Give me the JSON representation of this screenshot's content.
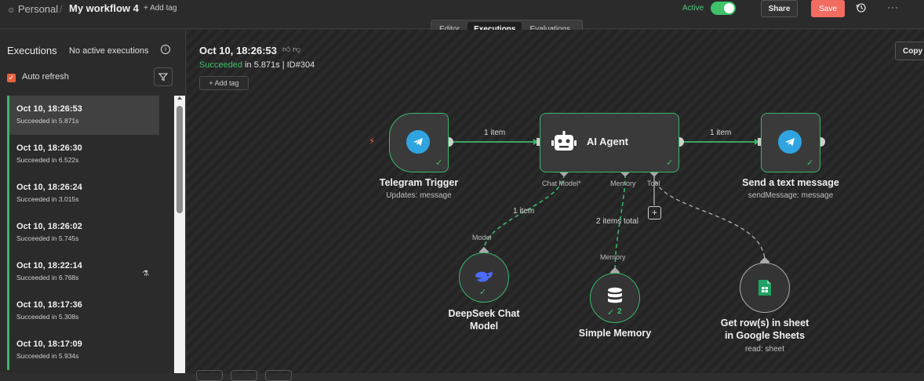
{
  "header": {
    "workspace": "Personal",
    "workflow_name": "My workflow 4",
    "add_tag": "+ Add tag",
    "active_label": "Active",
    "share": "Share",
    "save": "Save",
    "more": "···"
  },
  "tabs": [
    "Editor",
    "Executions",
    "Evaluations"
  ],
  "sidebar": {
    "title": "Executions",
    "no_active": "No active executions",
    "auto_refresh": "Auto refresh",
    "items": [
      {
        "time": "Oct 10, 18:26:53",
        "status": "Succeeded in 5.871s"
      },
      {
        "time": "Oct 10, 18:26:30",
        "status": "Succeeded in 6.522s"
      },
      {
        "time": "Oct 10, 18:26:24",
        "status": "Succeeded in 3.015s"
      },
      {
        "time": "Oct 10, 18:26:02",
        "status": "Succeeded in 5.745s"
      },
      {
        "time": "Oct 10, 18:22:14",
        "status": "Succeeded in 6.768s"
      },
      {
        "time": "Oct 10, 18:17:36",
        "status": "Succeeded in 5.308s"
      },
      {
        "time": "Oct 10, 18:17:09",
        "status": "Succeeded in 5.934s"
      }
    ]
  },
  "execution": {
    "title": "Oct 10, 18:26:53",
    "status_word": "Succeeded",
    "status_rest": "in 5.871s | ID#304",
    "add_tag": "+ Add tag",
    "copy": "Copy"
  },
  "nodes": {
    "telegram_trigger": {
      "name": "Telegram Trigger",
      "sub": "Updates: message"
    },
    "ai_agent": {
      "name": "AI Agent",
      "chat_model": "Chat Model*",
      "memory": "Memory",
      "tool": "Tool"
    },
    "send_message": {
      "name": "Send a text message",
      "sub": "sendMessage: message"
    },
    "deepseek": {
      "name_line1": "DeepSeek Chat",
      "name_line2": "Model",
      "port": "Model"
    },
    "simple_memory": {
      "name": "Simple Memory",
      "port": "Memory",
      "count": "2"
    },
    "sheets": {
      "name_line1": "Get row(s) in sheet",
      "name_line2": "in Google Sheets",
      "sub": "read: sheet"
    }
  },
  "edges": {
    "trigger_to_agent": "1 item",
    "agent_to_send": "1 item",
    "model_link": "1 item",
    "memory_link": "2 items total"
  },
  "colors": {
    "success": "#3bb76a",
    "save": "#f26c61",
    "telegram": "#2fa4e0",
    "deepseek": "#4d6bfe",
    "sheets": "#1fa463"
  }
}
